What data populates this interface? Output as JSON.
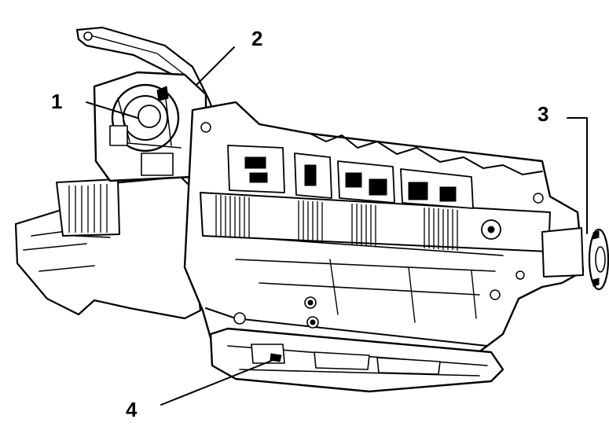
{
  "figure": {
    "callouts": [
      {
        "id": "1",
        "label": "1"
      },
      {
        "id": "2",
        "label": "2"
      },
      {
        "id": "3",
        "label": "3"
      },
      {
        "id": "4",
        "label": "4"
      }
    ],
    "colors": {
      "ink": "#000000",
      "paper": "#ffffff"
    }
  }
}
